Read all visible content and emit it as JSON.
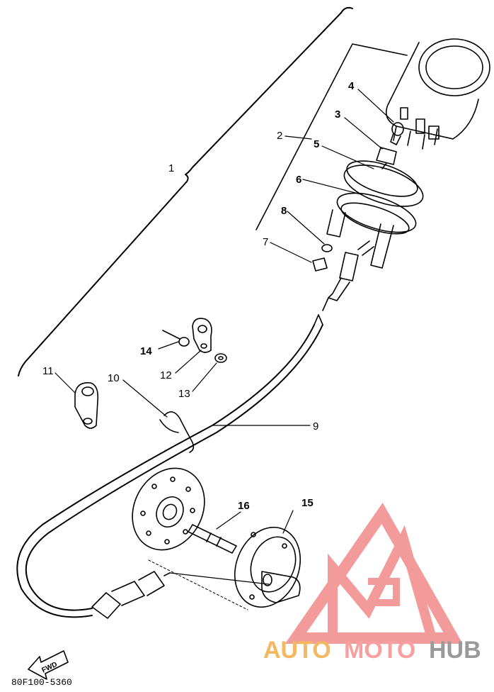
{
  "diagram": {
    "callouts": [
      {
        "id": "1",
        "label": "1"
      },
      {
        "id": "2",
        "label": "2"
      },
      {
        "id": "3",
        "label": "3"
      },
      {
        "id": "4",
        "label": "4"
      },
      {
        "id": "5",
        "label": "5"
      },
      {
        "id": "6",
        "label": "6"
      },
      {
        "id": "7",
        "label": "7"
      },
      {
        "id": "8",
        "label": "8"
      },
      {
        "id": "9",
        "label": "9"
      },
      {
        "id": "10",
        "label": "10"
      },
      {
        "id": "11",
        "label": "11"
      },
      {
        "id": "12",
        "label": "12"
      },
      {
        "id": "13",
        "label": "13"
      },
      {
        "id": "14",
        "label": "14"
      },
      {
        "id": "15",
        "label": "15"
      },
      {
        "id": "16",
        "label": "16"
      }
    ],
    "part_code": "80F100-5360",
    "fwd_arrow_label": "FWD"
  },
  "watermark": {
    "word_1": "AUTO",
    "word_2": "MOTO",
    "word_3": "HUB",
    "colors": {
      "auto": "#f4b860",
      "moto": "#f6a0a0",
      "hub": "#9a9a9a",
      "logo": "#f28a8a"
    }
  }
}
